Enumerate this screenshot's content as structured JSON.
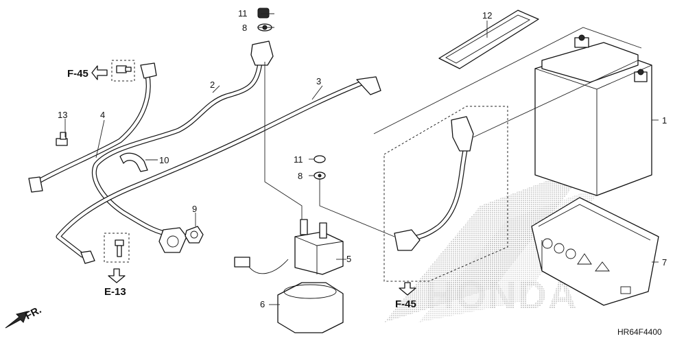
{
  "diagram": {
    "code": "HR64F4400",
    "watermark": "HONDA",
    "refs": {
      "f45_top": "F-45",
      "e13": "E-13",
      "f45_bottom": "F-45",
      "front": "FR."
    },
    "callouts": [
      "1",
      "2",
      "3",
      "4",
      "5",
      "6",
      "7",
      "8",
      "9",
      "10",
      "11",
      "12",
      "13",
      "11",
      "8"
    ]
  }
}
